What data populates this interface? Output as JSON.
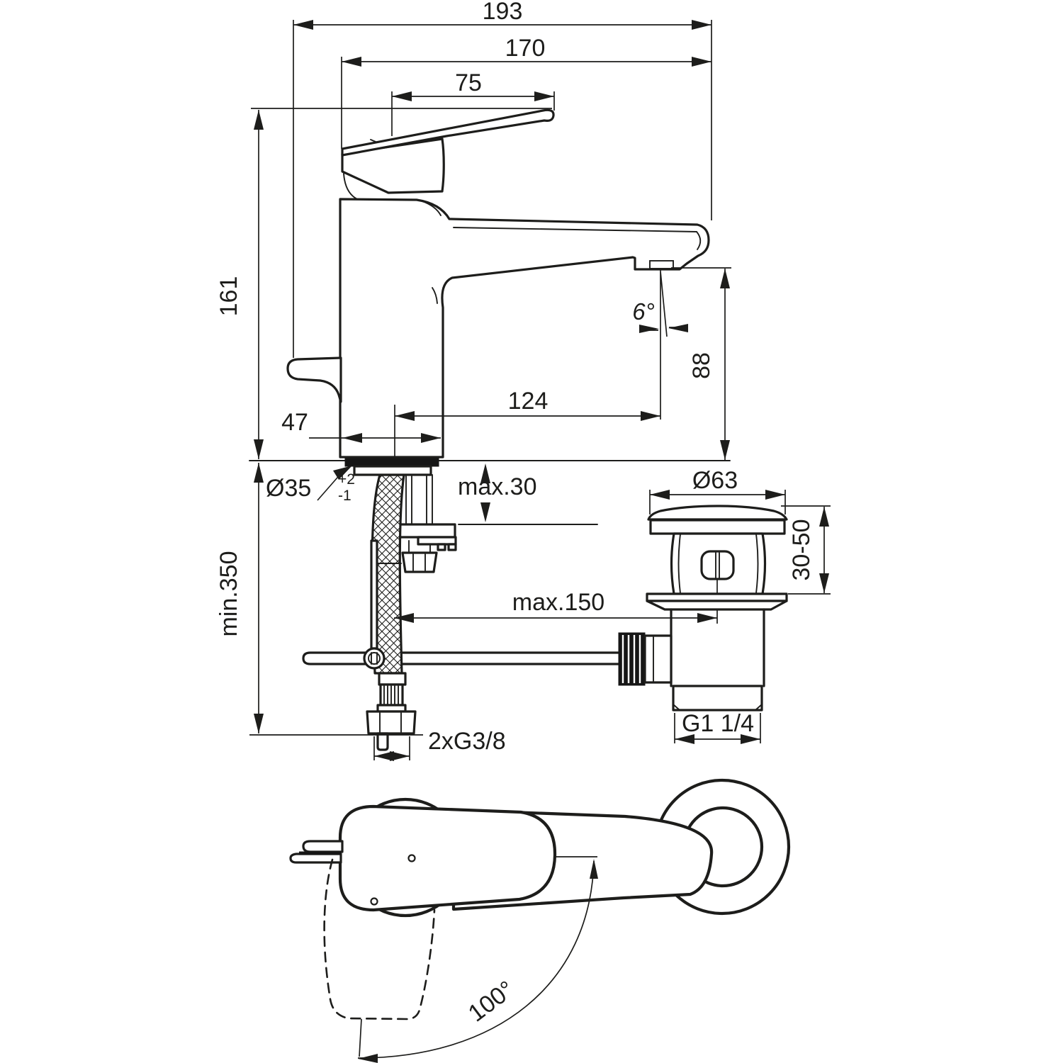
{
  "colors": {
    "line": "#1d1d1b",
    "background": "#ffffff"
  },
  "labels": {
    "overall_projection": "193",
    "spout_projection_total": "170",
    "handle_projection": "75",
    "body_height": "161",
    "spout_angle": "6°",
    "spout_outlet_height": "88",
    "spout_reach": "124",
    "base_depth": "47",
    "mounting_hole_diameter": "Ø35",
    "mounting_hole_tol_plus": "+2",
    "mounting_hole_tol_minus": "-1",
    "max_deck_thickness": "max.30",
    "min_clearance_below": "min.350",
    "max_rod_length": "max.150",
    "waste_flange_diameter": "Ø63",
    "waste_deck_range": "30-50",
    "waste_thread": "G1 1/4",
    "supply_connection": "2xG3/8",
    "handle_swivel_angle": "100°"
  }
}
